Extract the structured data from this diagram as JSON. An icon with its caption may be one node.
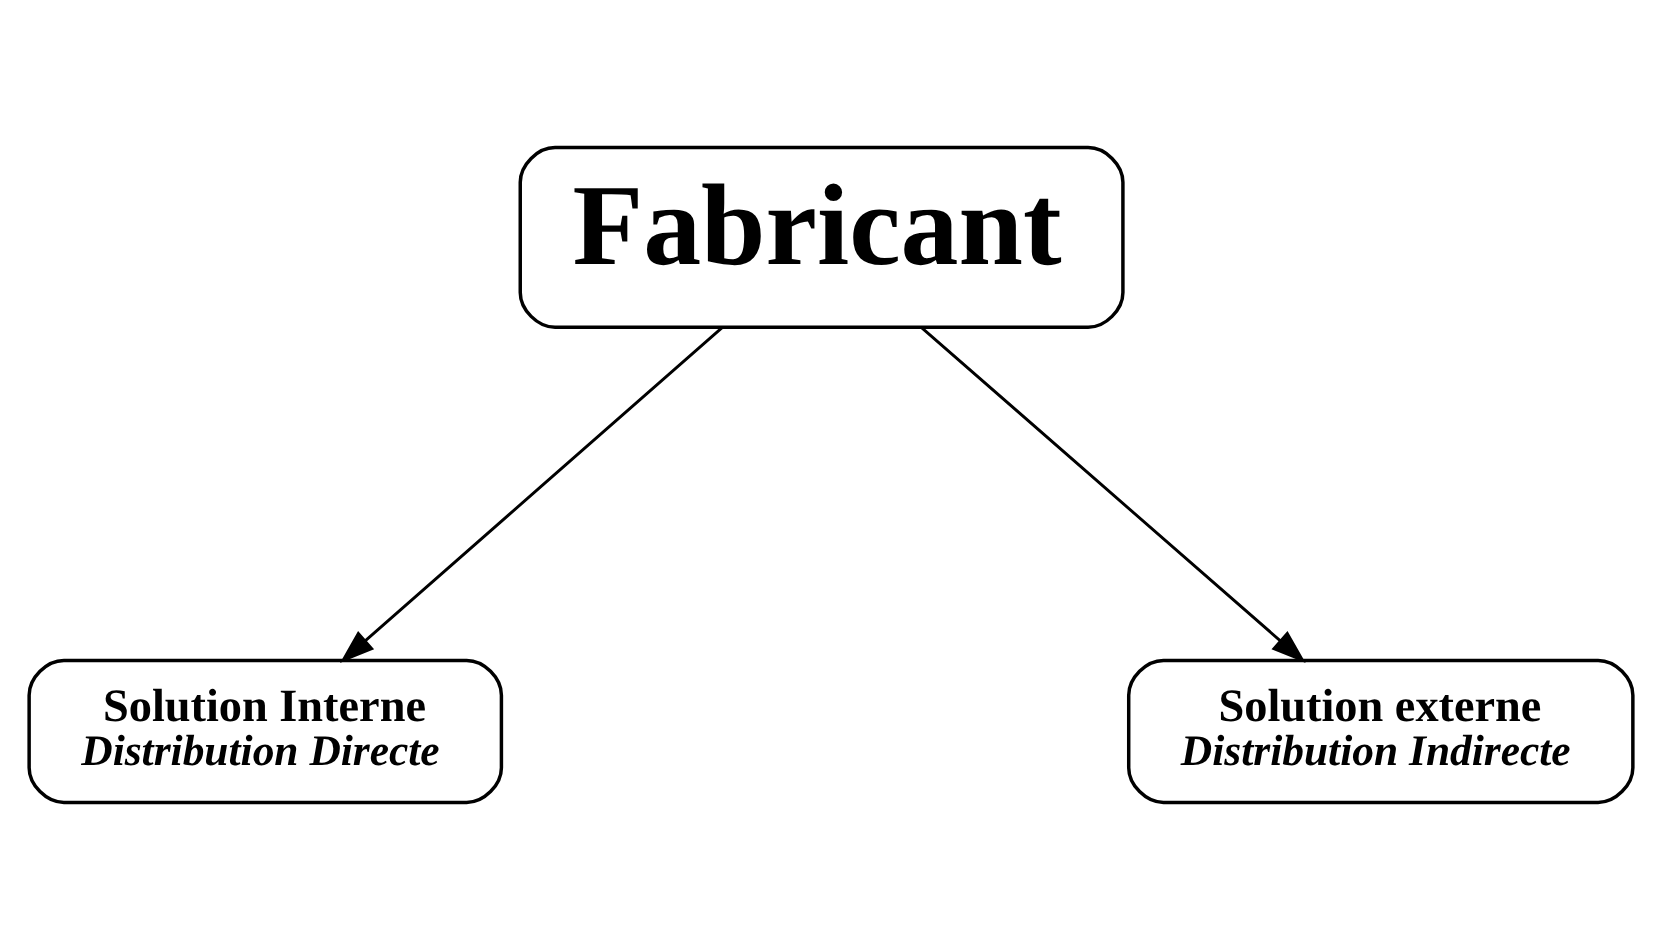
{
  "diagram": {
    "nodes": [
      {
        "text": [
          "Fabricant"
        ]
      },
      {
        "text": [
          "Solution Interne",
          "Distribution Directe"
        ]
      },
      {
        "text": [
          "Solution externe",
          "Distribution Indirecte"
        ]
      }
    ],
    "edges": [
      {
        "from": 0,
        "to": 1,
        "arrow": "to"
      },
      {
        "from": 0,
        "to": 2,
        "arrow": "to"
      }
    ]
  }
}
